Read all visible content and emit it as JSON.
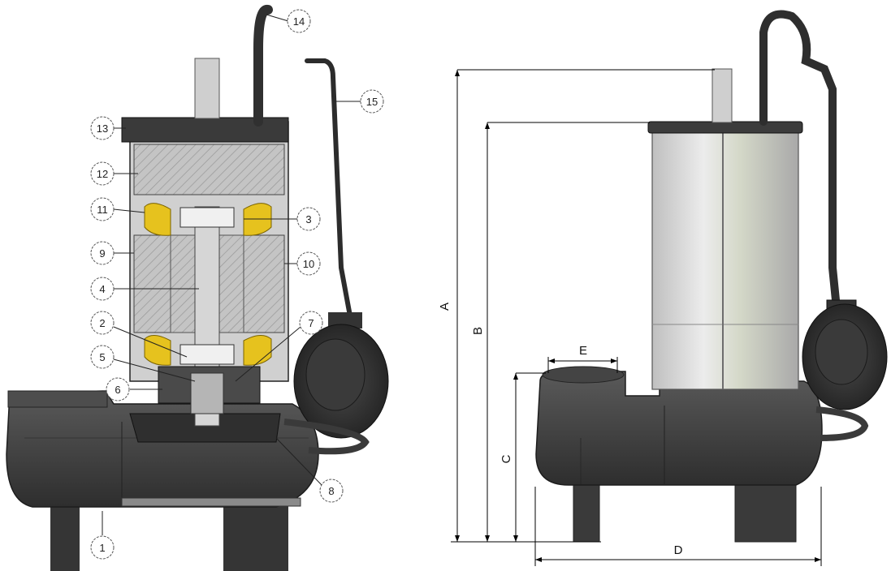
{
  "cross_section": {
    "callouts": [
      {
        "id": "c1",
        "label": "1"
      },
      {
        "id": "c2",
        "label": "2"
      },
      {
        "id": "c3",
        "label": "3"
      },
      {
        "id": "c4",
        "label": "4"
      },
      {
        "id": "c5",
        "label": "5"
      },
      {
        "id": "c6",
        "label": "6"
      },
      {
        "id": "c7",
        "label": "7"
      },
      {
        "id": "c8",
        "label": "8"
      },
      {
        "id": "c9",
        "label": "9"
      },
      {
        "id": "c10",
        "label": "10"
      },
      {
        "id": "c11",
        "label": "11"
      },
      {
        "id": "c12",
        "label": "12"
      },
      {
        "id": "c13",
        "label": "13"
      },
      {
        "id": "c14",
        "label": "14"
      },
      {
        "id": "c15",
        "label": "15"
      }
    ]
  },
  "dimension_view": {
    "dimensions": [
      {
        "id": "A",
        "label": "A"
      },
      {
        "id": "B",
        "label": "B"
      },
      {
        "id": "C",
        "label": "C"
      },
      {
        "id": "D",
        "label": "D"
      },
      {
        "id": "E",
        "label": "E"
      }
    ]
  },
  "colors": {
    "body_dark": "#3a3a3a",
    "body_mid": "#555555",
    "motor_hatch": "#bdbdbd",
    "winding_yellow": "#e6c21e",
    "steel_light": "#d9d9d9",
    "line": "#000000"
  }
}
